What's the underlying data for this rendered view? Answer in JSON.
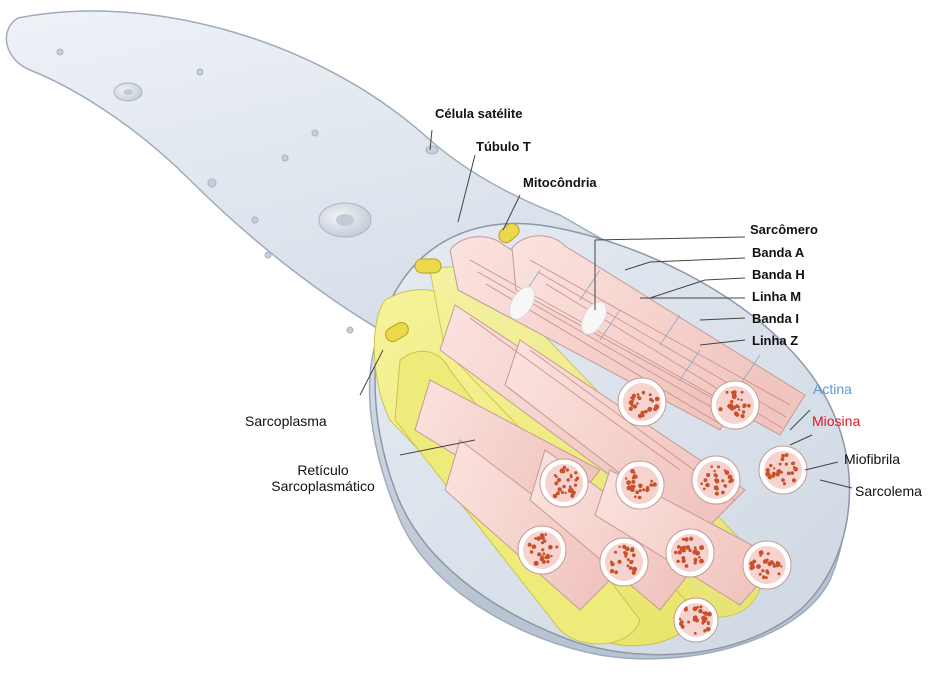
{
  "labels": {
    "celula_satelite": "Célula satélite",
    "tubulo_t": "Túbulo T",
    "mitocondria": "Mitocôndria",
    "sarcomero": "Sarcômero",
    "banda_a": "Banda A",
    "banda_h": "Banda H",
    "linha_m": "Linha M",
    "banda_i": "Banda I",
    "linha_z": "Linha Z",
    "actina": "Actina",
    "miosina": "Miosina",
    "miofibrila": "Miofibrila",
    "sarcolema": "Sarcolema",
    "sarcoplasma": "Sarcoplasma",
    "reticulo_line1": "Retículo",
    "reticulo_line2": "Sarcoplasmático"
  },
  "colors": {
    "actina": "#5b9bd5",
    "miosina": "#e8141b",
    "fiber_body": "#dfe6ef",
    "reticulum": "#f3f082",
    "myofibril": "#f6d3cf",
    "dots": "#c8502a"
  }
}
